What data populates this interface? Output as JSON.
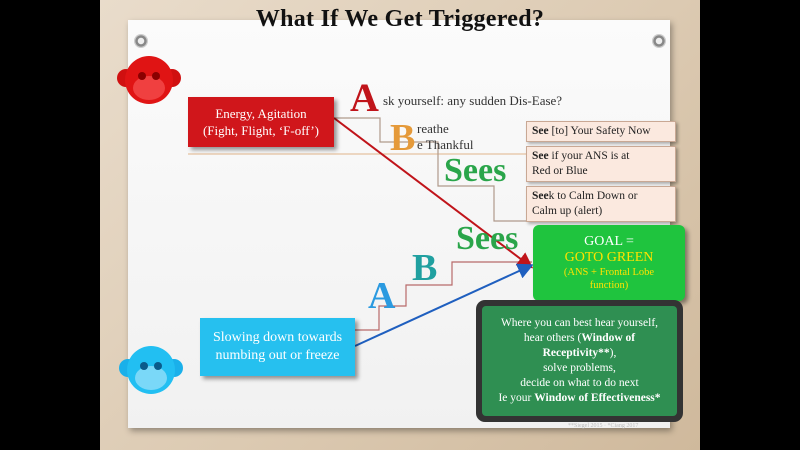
{
  "title": "What If We Get Triggered?",
  "red_box": {
    "line1": "Energy, Agitation",
    "line2": "(Fight, Flight, ‘F-off’)"
  },
  "blue_box": {
    "line1": "Slowing down towards",
    "line2": "numbing out or freeze"
  },
  "letters": {
    "a_top": "A",
    "b_top": "B",
    "sees_top": "Sees",
    "a_bottom": "A",
    "b_bottom": "B",
    "sees_bottom": "Sees"
  },
  "ask_text": "sk yourself:  any sudden Dis-Ease?",
  "breathe": {
    "line1": "reathe",
    "line2": "e Thankful"
  },
  "see_items": [
    {
      "hl": "See",
      "rest": " [to] Your Safety Now"
    },
    {
      "hl": "See",
      "rest": " if your ANS is at",
      "line2": "Red or Blue"
    },
    {
      "hl": "See",
      "rest": "k to Calm Down or",
      "line2": "Calm up (alert)"
    }
  ],
  "goal": {
    "line1": "GOAL =",
    "line2": "GOTO GREEN",
    "line3": "(ANS + Frontal Lobe",
    "line4": "function)"
  },
  "window": {
    "l1": "Where you can best hear yourself,",
    "l2a": "hear others (",
    "l2b": "Window of",
    "l3a": "Receptivity**",
    "l3b": "),",
    "l4": "solve problems,",
    "l5": "decide on what to do next",
    "l6a": "Ie your ",
    "l6b": "Window of Effectiveness*"
  },
  "credit": "**Siegel 2015 · *Ciang 2017",
  "colors": {
    "red": "#d0161b",
    "blue": "#26c0ef",
    "green": "#1fc43e",
    "dark_green": "#2f8f52",
    "salmon": "#fbe9df"
  },
  "icons": {
    "top_left": "red-monkey-head-icon",
    "bottom_left": "blue-monkey-head-icon"
  }
}
